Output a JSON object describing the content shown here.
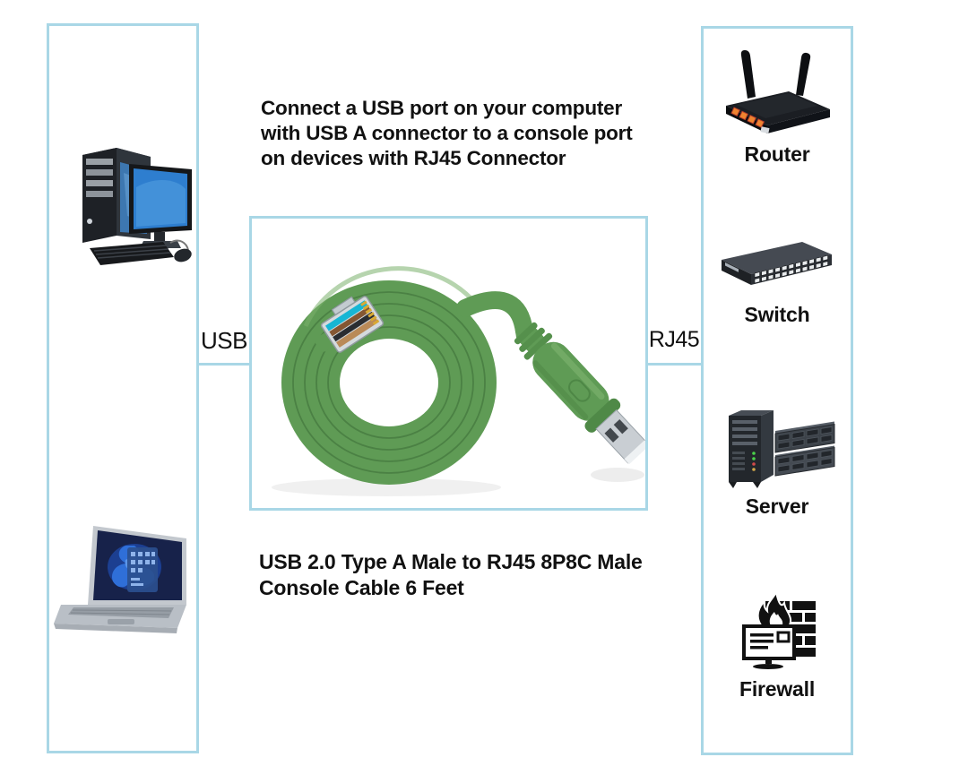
{
  "colors": {
    "panel_border": "#a9d7e6",
    "text": "#111111",
    "cable_green": "#5f9b55",
    "cable_green_dark": "#4b8144",
    "background": "#ffffff"
  },
  "top_note": {
    "lines": [
      "Connect a USB port on your computer",
      "with USB A connector to a console port",
      "on devices with RJ45 Connector"
    ]
  },
  "bottom_note": {
    "lines": [
      "USB 2.0 Type A Male to RJ45 8P8C Male",
      "Console Cable 6 Feet"
    ]
  },
  "connector_labels": {
    "left": "USB",
    "right": "RJ45"
  },
  "left_panel": {
    "devices": [
      {
        "icon": "desktop-computer-icon"
      },
      {
        "icon": "laptop-icon"
      }
    ]
  },
  "right_panel": {
    "devices": [
      {
        "label": "Router",
        "icon": "router-icon"
      },
      {
        "label": "Switch",
        "icon": "switch-icon"
      },
      {
        "label": "Server",
        "icon": "server-icon"
      },
      {
        "label": "Firewall",
        "icon": "firewall-icon"
      }
    ]
  },
  "center_panel": {
    "icon": "console-cable-photo",
    "description": "green flat rollover console cable, coiled, RJ45 plug and USB-A plug"
  }
}
